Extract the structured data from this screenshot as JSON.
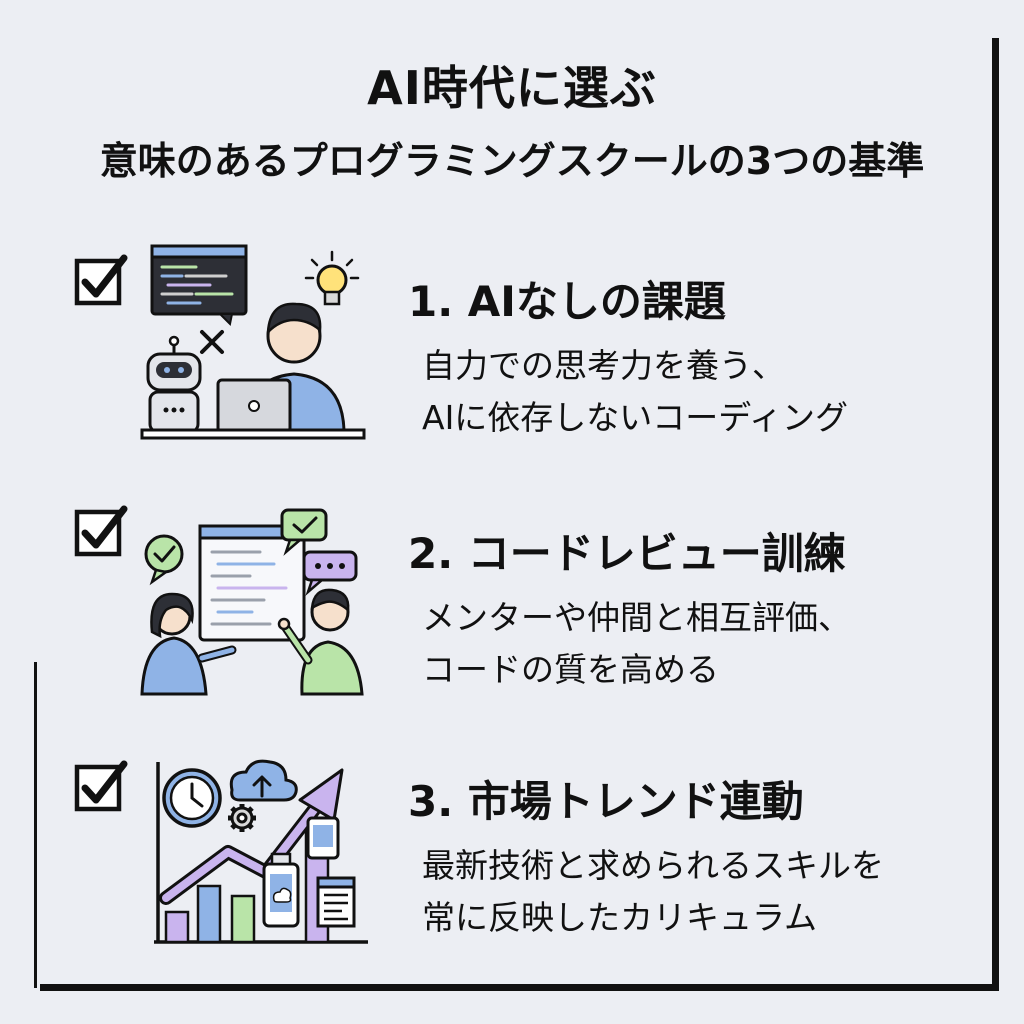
{
  "title": {
    "line1": "AI時代に選ぶ",
    "line2": "意味のあるプログラミングスクールの3つの基準"
  },
  "criteria": [
    {
      "heading": "1. AIなしの課題",
      "desc_line1": "自力での思考力を養う、",
      "desc_line2": "AIに依存しないコーディング",
      "icons": [
        "checkbox-icon",
        "code-editor-icon",
        "lightbulb-icon",
        "robot-icon",
        "person-laptop-icon"
      ]
    },
    {
      "heading": "2. コードレビュー訓練",
      "desc_line1": "メンターや仲間と相互評価、",
      "desc_line2": "コードの質を高める",
      "icons": [
        "checkbox-icon",
        "code-screen-icon",
        "chat-bubble-icon",
        "people-icon"
      ]
    },
    {
      "heading": "3. 市場トレンド連動",
      "desc_line1": "最新技術と求められるスキルを",
      "desc_line2": "常に反映したカリキュラム",
      "icons": [
        "checkbox-icon",
        "clock-icon",
        "cloud-upload-icon",
        "gear-icon",
        "growth-chart-icon",
        "smartphone-icon"
      ]
    }
  ],
  "colors": {
    "background": "#eceef3",
    "ink": "#111111",
    "blue": "#8fb3e6",
    "green": "#b9e4a8",
    "purple": "#c9b4ee",
    "yellow": "#ffe27a"
  }
}
